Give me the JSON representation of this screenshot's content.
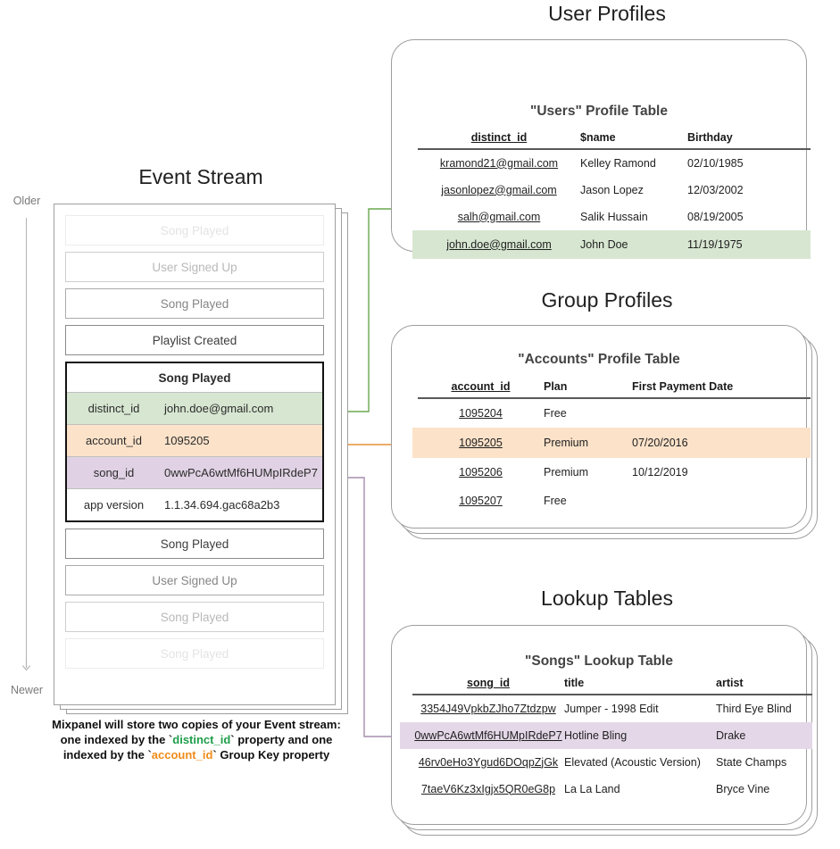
{
  "sections": {
    "event_stream_title": "Event Stream",
    "user_profiles_title": "User Profiles",
    "group_profiles_title": "Group Profiles",
    "lookup_tables_title": "Lookup Tables"
  },
  "timeline": {
    "older_label": "Older",
    "newer_label": "Newer",
    "arrow_direction": "down-arrow-icon"
  },
  "event_stream": {
    "events_before": [
      {
        "label": "Song Played",
        "fade": "ev-fade-1"
      },
      {
        "label": "User Signed Up",
        "fade": "ev-fade-2"
      },
      {
        "label": "Song Played",
        "fade": "ev-fade-3"
      },
      {
        "label": "Playlist Created",
        "fade": "ev-fade-4"
      }
    ],
    "selected_event": {
      "title": "Song Played",
      "properties": [
        {
          "key": "distinct_id",
          "value": "john.doe@gmail.com",
          "highlight": "p-green"
        },
        {
          "key": "account_id",
          "value": "1095205",
          "highlight": "p-orange"
        },
        {
          "key": "song_id",
          "value": "0wwPcA6wtMf6HUMpIRdeP7",
          "highlight": "p-purple"
        },
        {
          "key": "app version",
          "value": "1.1.34.694.gac68a2b3",
          "highlight": "p-plain"
        }
      ]
    },
    "events_after": [
      {
        "label": "Song Played",
        "fade": "ev-fade-4"
      },
      {
        "label": "User Signed Up",
        "fade": "ev-fade-3"
      },
      {
        "label": "Song Played",
        "fade": "ev-fade-2"
      },
      {
        "label": "Song Played",
        "fade": "ev-fade-1"
      }
    ]
  },
  "caption": {
    "line1": "Mixpanel will store two copies of your Event stream:",
    "line2_a": "one indexed by the ",
    "line2_token": "distinct_id",
    "line2_b": " property and one",
    "line3_a": "indexed by the ",
    "line3_token": "account_id",
    "line3_b": " Group Key property",
    "backtick": "`"
  },
  "users_table": {
    "title": "\"Users\" Profile Table",
    "columns": [
      {
        "label": "distinct_id",
        "key": true
      },
      {
        "label": "$name",
        "key": false
      },
      {
        "label": "Birthday",
        "key": false
      }
    ],
    "rows": [
      {
        "cells": [
          "kramond21@gmail.com",
          "Kelley Ramond",
          "02/10/1985"
        ],
        "highlight": ""
      },
      {
        "cells": [
          "jasonlopez@gmail.com",
          "Jason Lopez",
          "12/03/2002"
        ],
        "highlight": ""
      },
      {
        "cells": [
          "salh@gmail.com",
          "Salik Hussain",
          "08/19/2005"
        ],
        "highlight": ""
      },
      {
        "cells": [
          "john.doe@gmail.com",
          "John Doe",
          "11/19/1975"
        ],
        "highlight": "hl-green"
      }
    ]
  },
  "accounts_table": {
    "title": "\"Accounts\" Profile Table",
    "columns": [
      {
        "label": "account_id",
        "key": true
      },
      {
        "label": "Plan",
        "key": false
      },
      {
        "label": "First Payment Date",
        "key": false
      }
    ],
    "rows": [
      {
        "cells": [
          "1095204",
          "Free",
          ""
        ],
        "highlight": ""
      },
      {
        "cells": [
          "1095205",
          "Premium",
          "07/20/2016"
        ],
        "highlight": "hl-orange"
      },
      {
        "cells": [
          "1095206",
          "Premium",
          "10/12/2019"
        ],
        "highlight": ""
      },
      {
        "cells": [
          "1095207",
          "Free",
          ""
        ],
        "highlight": ""
      }
    ]
  },
  "songs_table": {
    "title": "\"Songs\" Lookup Table",
    "columns": [
      {
        "label": "song_id",
        "key": true
      },
      {
        "label": "title",
        "key": false
      },
      {
        "label": "artist",
        "key": false
      }
    ],
    "rows": [
      {
        "cells": [
          "3354J49VpkbZJho7Ztdzpw",
          "Jumper - 1998 Edit",
          "Third Eye Blind"
        ],
        "highlight": ""
      },
      {
        "cells": [
          "0wwPcA6wtMf6HUMpIRdeP7",
          "Hotline Bling",
          "Drake"
        ],
        "highlight": "hl-purple"
      },
      {
        "cells": [
          "46rv0eHo3Ygud6DOqpZjGk",
          "Elevated (Acoustic Version)",
          "State Champs"
        ],
        "highlight": ""
      },
      {
        "cells": [
          "7taeV6Kz3xIgjx5QR0eG8p",
          "La La Land",
          "Bryce Vine"
        ],
        "highlight": ""
      }
    ]
  },
  "colors": {
    "green": "#6aa84f",
    "orange": "#e69138",
    "purple": "#a58dae",
    "green_fill": "#d7e6d1",
    "orange_fill": "#fbe2c9",
    "purple_fill": "#e4d8e8",
    "border_gray": "#9e9e9e",
    "caption_green": "#1e9e4a",
    "caption_orange": "#f08c1b"
  }
}
